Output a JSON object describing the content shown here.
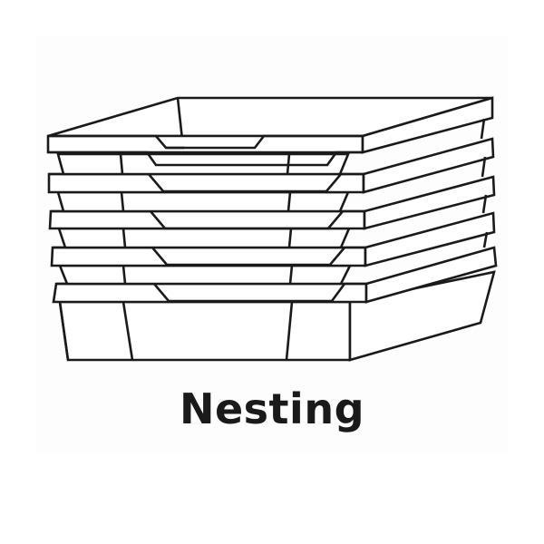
{
  "illustration": {
    "subject": "nesting-trays",
    "tray_count": 5,
    "stroke_color": "#1a1a1a",
    "fill_color": "#ffffff"
  },
  "caption": {
    "text": "Nesting"
  }
}
